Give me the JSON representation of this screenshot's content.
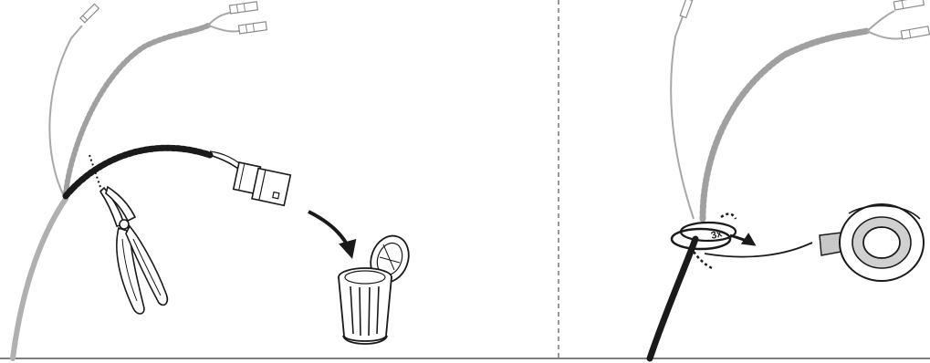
{
  "panels": [
    {
      "id": "left",
      "steps": [
        "cut-cable",
        "discard-connector"
      ],
      "icons": [
        "wire-cutter-icon",
        "connector-plug-icon",
        "trash-can-icon",
        "arrow-icon"
      ]
    },
    {
      "id": "right",
      "steps": [
        "wrap-cable-end",
        "tape-cable"
      ],
      "wrap_label": "3x",
      "icons": [
        "tape-roll-icon",
        "arrow-icon"
      ]
    }
  ],
  "colors": {
    "line": "#1a1a1a",
    "wire_grey": "#a8a8a8",
    "cable_grey": "#b0b0b0",
    "divider": "#555555"
  }
}
